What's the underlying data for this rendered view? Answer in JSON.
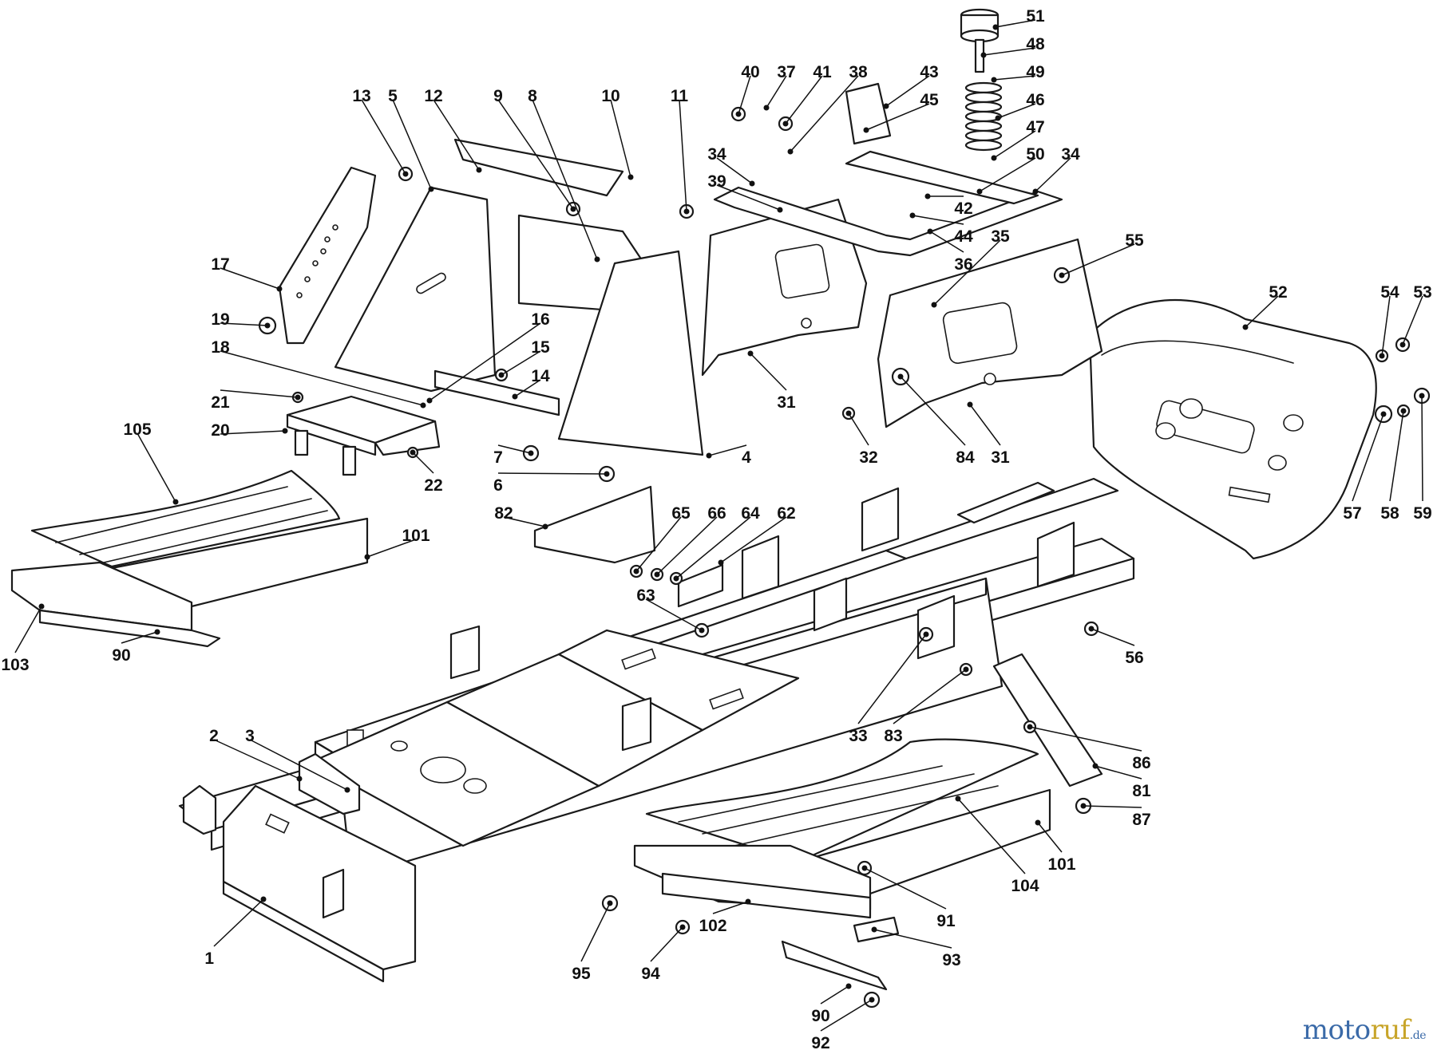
{
  "callouts": [
    {
      "id": "c1",
      "text": "1",
      "dot": [
        330,
        1127
      ],
      "label": [
        268,
        1200
      ],
      "anchor": "end"
    },
    {
      "id": "c2",
      "text": "2",
      "dot": [
        375,
        976
      ],
      "label": [
        268,
        921
      ],
      "anchor": "middle"
    },
    {
      "id": "c3",
      "text": "3",
      "dot": [
        435,
        990
      ],
      "label": [
        313,
        921
      ],
      "anchor": "middle"
    },
    {
      "id": "c4",
      "text": "4",
      "dot": [
        888,
        571
      ],
      "label": [
        935,
        572
      ],
      "anchor": "middle"
    },
    {
      "id": "c5",
      "text": "5",
      "dot": [
        540,
        237
      ],
      "label": [
        492,
        119
      ],
      "anchor": "middle"
    },
    {
      "id": "c6",
      "text": "6",
      "dot": [
        760,
        594
      ],
      "label": [
        624,
        607
      ],
      "anchor": "middle"
    },
    {
      "id": "c7",
      "text": "7",
      "dot": [
        665,
        568
      ],
      "label": [
        624,
        572
      ],
      "anchor": "middle"
    },
    {
      "id": "c8",
      "text": "8",
      "dot": [
        748,
        325
      ],
      "label": [
        667,
        119
      ],
      "anchor": "middle"
    },
    {
      "id": "c9",
      "text": "9",
      "dot": [
        718,
        262
      ],
      "label": [
        624,
        119
      ],
      "anchor": "middle"
    },
    {
      "id": "c10",
      "text": "10",
      "dot": [
        790,
        222
      ],
      "label": [
        765,
        119
      ],
      "anchor": "middle"
    },
    {
      "id": "c11",
      "text": "11",
      "dot": [
        860,
        265
      ],
      "label": [
        851,
        119
      ],
      "anchor": "middle"
    },
    {
      "id": "c12",
      "text": "12",
      "dot": [
        600,
        213
      ],
      "label": [
        543,
        119
      ],
      "anchor": "middle"
    },
    {
      "id": "c13",
      "text": "13",
      "dot": [
        508,
        218
      ],
      "label": [
        453,
        119
      ],
      "anchor": "middle"
    },
    {
      "id": "c14",
      "text": "14",
      "dot": [
        645,
        497
      ],
      "label": [
        677,
        470
      ],
      "anchor": "middle"
    },
    {
      "id": "c15",
      "text": "15",
      "dot": [
        628,
        470
      ],
      "label": [
        677,
        434
      ],
      "anchor": "middle"
    },
    {
      "id": "c16",
      "text": "16",
      "dot": [
        538,
        502
      ],
      "label": [
        677,
        399
      ],
      "anchor": "middle"
    },
    {
      "id": "c17",
      "text": "17",
      "dot": [
        350,
        362
      ],
      "label": [
        276,
        330
      ],
      "anchor": "middle"
    },
    {
      "id": "c18",
      "text": "18",
      "dot": [
        530,
        508
      ],
      "label": [
        276,
        434
      ],
      "anchor": "middle"
    },
    {
      "id": "c19",
      "text": "19",
      "dot": [
        335,
        408
      ],
      "label": [
        276,
        399
      ],
      "anchor": "middle"
    },
    {
      "id": "c20",
      "text": "20",
      "dot": [
        357,
        540
      ],
      "label": [
        276,
        538
      ],
      "anchor": "middle"
    },
    {
      "id": "c21",
      "text": "21",
      "dot": [
        373,
        498
      ],
      "label": [
        276,
        503
      ],
      "anchor": "middle"
    },
    {
      "id": "c22",
      "text": "22",
      "dot": [
        517,
        567
      ],
      "label": [
        543,
        607
      ],
      "anchor": "middle"
    },
    {
      "id": "c31a",
      "text": "31",
      "dot": [
        940,
        443
      ],
      "label": [
        985,
        503
      ],
      "anchor": "middle"
    },
    {
      "id": "c31b",
      "text": "31",
      "dot": [
        1215,
        507
      ],
      "label": [
        1253,
        572
      ],
      "anchor": "middle"
    },
    {
      "id": "c32",
      "text": "32",
      "dot": [
        1063,
        518
      ],
      "label": [
        1088,
        572
      ],
      "anchor": "middle"
    },
    {
      "id": "c33",
      "text": "33",
      "dot": [
        1160,
        795
      ],
      "label": [
        1075,
        921
      ],
      "anchor": "middle"
    },
    {
      "id": "c34a",
      "text": "34",
      "dot": [
        942,
        230
      ],
      "label": [
        898,
        192
      ],
      "anchor": "middle"
    },
    {
      "id": "c34b",
      "text": "34",
      "dot": [
        1297,
        240
      ],
      "label": [
        1341,
        192
      ],
      "anchor": "middle"
    },
    {
      "id": "c35",
      "text": "35",
      "dot": [
        1170,
        382
      ],
      "label": [
        1253,
        295
      ],
      "anchor": "middle"
    },
    {
      "id": "c36",
      "text": "36",
      "dot": [
        1165,
        290
      ],
      "label": [
        1207,
        330
      ],
      "anchor": "middle"
    },
    {
      "id": "c37",
      "text": "37",
      "dot": [
        960,
        135
      ],
      "label": [
        985,
        89
      ],
      "anchor": "middle"
    },
    {
      "id": "c38",
      "text": "38",
      "dot": [
        990,
        190
      ],
      "label": [
        1075,
        89
      ],
      "anchor": "middle"
    },
    {
      "id": "c39",
      "text": "39",
      "dot": [
        977,
        263
      ],
      "label": [
        898,
        226
      ],
      "anchor": "middle"
    },
    {
      "id": "c40",
      "text": "40",
      "dot": [
        925,
        143
      ],
      "label": [
        940,
        89
      ],
      "anchor": "middle"
    },
    {
      "id": "c41",
      "text": "41",
      "dot": [
        984,
        155
      ],
      "label": [
        1030,
        89
      ],
      "anchor": "middle"
    },
    {
      "id": "c42",
      "text": "42",
      "dot": [
        1162,
        246
      ],
      "label": [
        1207,
        260
      ],
      "anchor": "middle"
    },
    {
      "id": "c43",
      "text": "43",
      "dot": [
        1110,
        133
      ],
      "label": [
        1164,
        89
      ],
      "anchor": "middle"
    },
    {
      "id": "c44",
      "text": "44",
      "dot": [
        1143,
        270
      ],
      "label": [
        1207,
        295
      ],
      "anchor": "middle"
    },
    {
      "id": "c45",
      "text": "45",
      "dot": [
        1085,
        163
      ],
      "label": [
        1164,
        124
      ],
      "anchor": "middle"
    },
    {
      "id": "c46",
      "text": "46",
      "dot": [
        1250,
        148
      ],
      "label": [
        1297,
        124
      ],
      "anchor": "middle"
    },
    {
      "id": "c47",
      "text": "47",
      "dot": [
        1245,
        198
      ],
      "label": [
        1297,
        158
      ],
      "anchor": "middle"
    },
    {
      "id": "c48",
      "text": "48",
      "dot": [
        1232,
        69
      ],
      "label": [
        1297,
        54
      ],
      "anchor": "middle"
    },
    {
      "id": "c49",
      "text": "49",
      "dot": [
        1245,
        100
      ],
      "label": [
        1297,
        89
      ],
      "anchor": "middle"
    },
    {
      "id": "c50",
      "text": "50",
      "dot": [
        1227,
        240
      ],
      "label": [
        1297,
        192
      ],
      "anchor": "middle"
    },
    {
      "id": "c51",
      "text": "51",
      "dot": [
        1247,
        34
      ],
      "label": [
        1297,
        19
      ],
      "anchor": "middle"
    },
    {
      "id": "c52",
      "text": "52",
      "dot": [
        1560,
        410
      ],
      "label": [
        1601,
        365
      ],
      "anchor": "middle"
    },
    {
      "id": "c53",
      "text": "53",
      "dot": [
        1757,
        432
      ],
      "label": [
        1782,
        365
      ],
      "anchor": "middle"
    },
    {
      "id": "c54",
      "text": "54",
      "dot": [
        1731,
        446
      ],
      "label": [
        1741,
        365
      ],
      "anchor": "middle"
    },
    {
      "id": "c55",
      "text": "55",
      "dot": [
        1330,
        345
      ],
      "label": [
        1421,
        300
      ],
      "anchor": "middle"
    },
    {
      "id": "c56",
      "text": "56",
      "dot": [
        1367,
        788
      ],
      "label": [
        1421,
        823
      ],
      "anchor": "middle"
    },
    {
      "id": "c57",
      "text": "57",
      "dot": [
        1733,
        519
      ],
      "label": [
        1694,
        642
      ],
      "anchor": "middle"
    },
    {
      "id": "c58",
      "text": "58",
      "dot": [
        1758,
        515
      ],
      "label": [
        1741,
        642
      ],
      "anchor": "middle"
    },
    {
      "id": "c59",
      "text": "59",
      "dot": [
        1781,
        496
      ],
      "label": [
        1782,
        642
      ],
      "anchor": "middle"
    },
    {
      "id": "c62",
      "text": "62",
      "dot": [
        903,
        705
      ],
      "label": [
        985,
        642
      ],
      "anchor": "middle"
    },
    {
      "id": "c63",
      "text": "63",
      "dot": [
        879,
        790
      ],
      "label": [
        809,
        745
      ],
      "anchor": "middle"
    },
    {
      "id": "c64",
      "text": "64",
      "dot": [
        847,
        725
      ],
      "label": [
        940,
        642
      ],
      "anchor": "middle"
    },
    {
      "id": "c65",
      "text": "65",
      "dot": [
        797,
        716
      ],
      "label": [
        853,
        642
      ],
      "anchor": "middle"
    },
    {
      "id": "c66",
      "text": "66",
      "dot": [
        823,
        720
      ],
      "label": [
        898,
        642
      ],
      "anchor": "middle"
    },
    {
      "id": "c81",
      "text": "81",
      "dot": [
        1372,
        960
      ],
      "label": [
        1430,
        990
      ],
      "anchor": "middle"
    },
    {
      "id": "c82",
      "text": "82",
      "dot": [
        683,
        660
      ],
      "label": [
        631,
        642
      ],
      "anchor": "middle"
    },
    {
      "id": "c83",
      "text": "83",
      "dot": [
        1210,
        839
      ],
      "label": [
        1119,
        921
      ],
      "anchor": "middle"
    },
    {
      "id": "c84",
      "text": "84",
      "dot": [
        1128,
        472
      ],
      "label": [
        1209,
        572
      ],
      "anchor": "middle"
    },
    {
      "id": "c86",
      "text": "86",
      "dot": [
        1290,
        911
      ],
      "label": [
        1430,
        955
      ],
      "anchor": "middle"
    },
    {
      "id": "c87",
      "text": "87",
      "dot": [
        1357,
        1010
      ],
      "label": [
        1430,
        1026
      ],
      "anchor": "middle"
    },
    {
      "id": "c90a",
      "text": "90",
      "dot": [
        197,
        792
      ],
      "label": [
        152,
        820
      ],
      "anchor": "middle"
    },
    {
      "id": "c90b",
      "text": "90",
      "dot": [
        1063,
        1236
      ],
      "label": [
        1028,
        1272
      ],
      "anchor": "middle"
    },
    {
      "id": "c91",
      "text": "91",
      "dot": [
        1083,
        1088
      ],
      "label": [
        1185,
        1153
      ],
      "anchor": "middle"
    },
    {
      "id": "c92",
      "text": "92",
      "dot": [
        1092,
        1253
      ],
      "label": [
        1028,
        1306
      ],
      "anchor": "middle"
    },
    {
      "id": "c93",
      "text": "93",
      "dot": [
        1095,
        1165
      ],
      "label": [
        1192,
        1202
      ],
      "anchor": "middle"
    },
    {
      "id": "c94",
      "text": "94",
      "dot": [
        855,
        1162
      ],
      "label": [
        815,
        1219
      ],
      "anchor": "middle"
    },
    {
      "id": "c95",
      "text": "95",
      "dot": [
        764,
        1132
      ],
      "label": [
        728,
        1219
      ],
      "anchor": "middle"
    },
    {
      "id": "c101a",
      "text": "101",
      "dot": [
        460,
        698
      ],
      "label": [
        521,
        670
      ],
      "anchor": "middle"
    },
    {
      "id": "c101b",
      "text": "101",
      "dot": [
        1300,
        1031
      ],
      "label": [
        1330,
        1082
      ],
      "anchor": "middle"
    },
    {
      "id": "c102",
      "text": "102",
      "dot": [
        937,
        1130
      ],
      "label": [
        893,
        1159
      ],
      "anchor": "middle"
    },
    {
      "id": "c103",
      "text": "103",
      "dot": [
        52,
        760
      ],
      "label": [
        19,
        832
      ],
      "anchor": "middle"
    },
    {
      "id": "c104",
      "text": "104",
      "dot": [
        1200,
        1001
      ],
      "label": [
        1284,
        1109
      ],
      "anchor": "middle"
    },
    {
      "id": "c105",
      "text": "105",
      "dot": [
        220,
        629
      ],
      "label": [
        172,
        537
      ],
      "anchor": "middle"
    }
  ],
  "watermark": {
    "brand_a": "moto",
    "brand_b": "ruf",
    "suffix": ".de"
  }
}
